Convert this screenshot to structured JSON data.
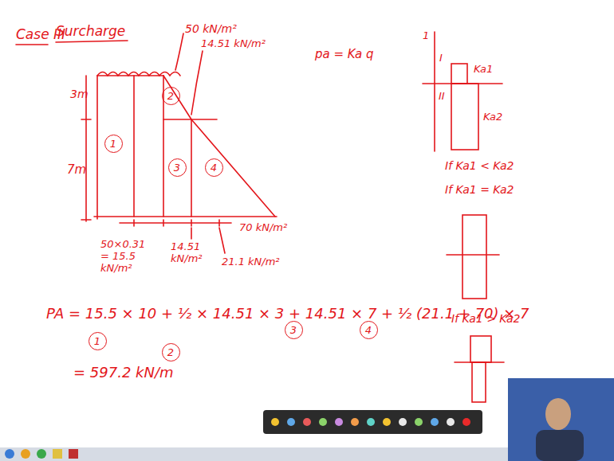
{
  "diagram": {
    "nodes": [
      {
        "text": [
          "1"
        ]
      },
      {
        "text": [
          "2"
        ]
      },
      {
        "text": [
          "3"
        ]
      },
      {
        "text": [
          "4"
        ]
      },
      {
        "text": [
          "1"
        ]
      },
      {
        "text": [
          "2"
        ]
      },
      {
        "text": [
          "3"
        ]
      },
      {
        "text": [
          "4"
        ]
      }
    ],
    "labels": [
      "Case III",
      "Surcharge",
      "50 kN/m²",
      "14.51 kN/m²",
      "pa = Ka q",
      "3m",
      "7m",
      "50×0.31 = 15.5 kN/m²",
      "14.51 kN/m²",
      "21.1 kN/m²",
      "70 kN/m²",
      "PA = 15.5 × 10 + ½ × 14.51 × 3 + 14.51 × 7 + ½ (21.1 + 70) × 7",
      "= 597.2 kN/m",
      "1",
      "I",
      "II",
      "Ka1",
      "Ka2",
      "If Ka1 < Ka2",
      "If Ka1 = Ka2",
      "If Ka1 > Ka2"
    ]
  }
}
